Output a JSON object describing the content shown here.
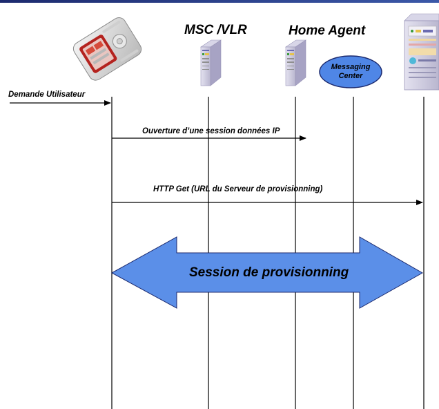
{
  "participants": {
    "msc": "MSC /VLR",
    "home_agent": "Home Agent",
    "messaging_center": [
      "Messaging",
      "Center"
    ]
  },
  "messages": {
    "user_request": "Demande Utilisateur",
    "open_session": "Ouverture d’une session données IP",
    "http_get": "HTTP Get (URL du Serveur de provisionning)",
    "provisioning_session": "Session de provisionning"
  },
  "colors": {
    "arrow_fill": "#5b8fe8",
    "ellipse_fill": "#4f86e6",
    "lifeline": "#000000",
    "top_bar": "#1c2a6e"
  },
  "icons": [
    "phone-icon",
    "server-icon",
    "server-icon",
    "server-large-icon"
  ]
}
